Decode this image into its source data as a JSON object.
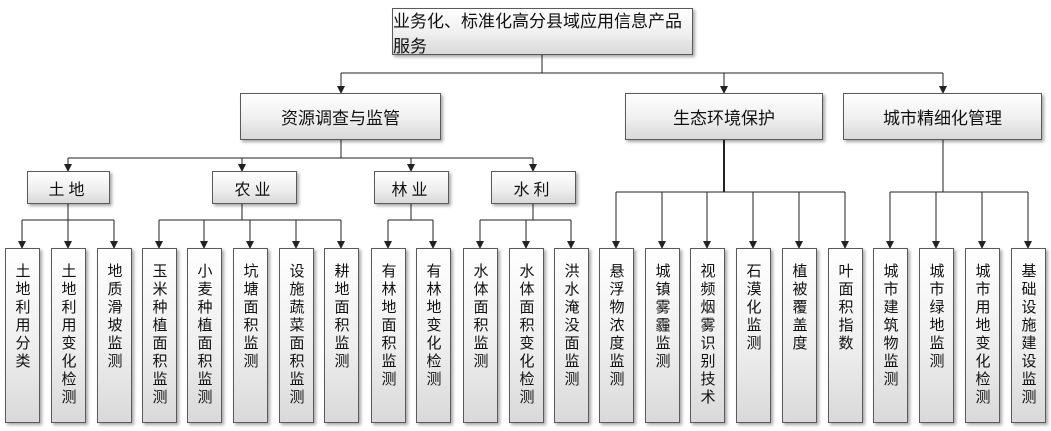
{
  "root": "业务化、标准化高分县域应用信息产品服务",
  "level1": {
    "resources": "资源调查与监管",
    "ecology": "生态环境保护",
    "city": "城市精细化管理"
  },
  "categories": {
    "land": "土地",
    "agri": "农业",
    "forest": "林业",
    "water": "水利"
  },
  "leaves": [
    "土地利用分类",
    "土地利用变化检测",
    "地质滑坡监测",
    "玉米种植面积监测",
    "小麦种植面积监测",
    "坑塘面积监测",
    "设施蔬菜面积监测",
    "耕地面积监测",
    "有林地面积监测",
    "有林地变化检测",
    "水体面积监测",
    "水体面积变化检测",
    "洪水淹没面监测",
    "悬浮物浓度监测",
    "城镇雾霾监测",
    "视频烟雾识别技术",
    "石漠化监测",
    "植被覆盖度",
    "叶面积指数",
    "城市建筑物监测",
    "城市绿地监测",
    "城市用地变化检测",
    "基础设施建设监测"
  ]
}
